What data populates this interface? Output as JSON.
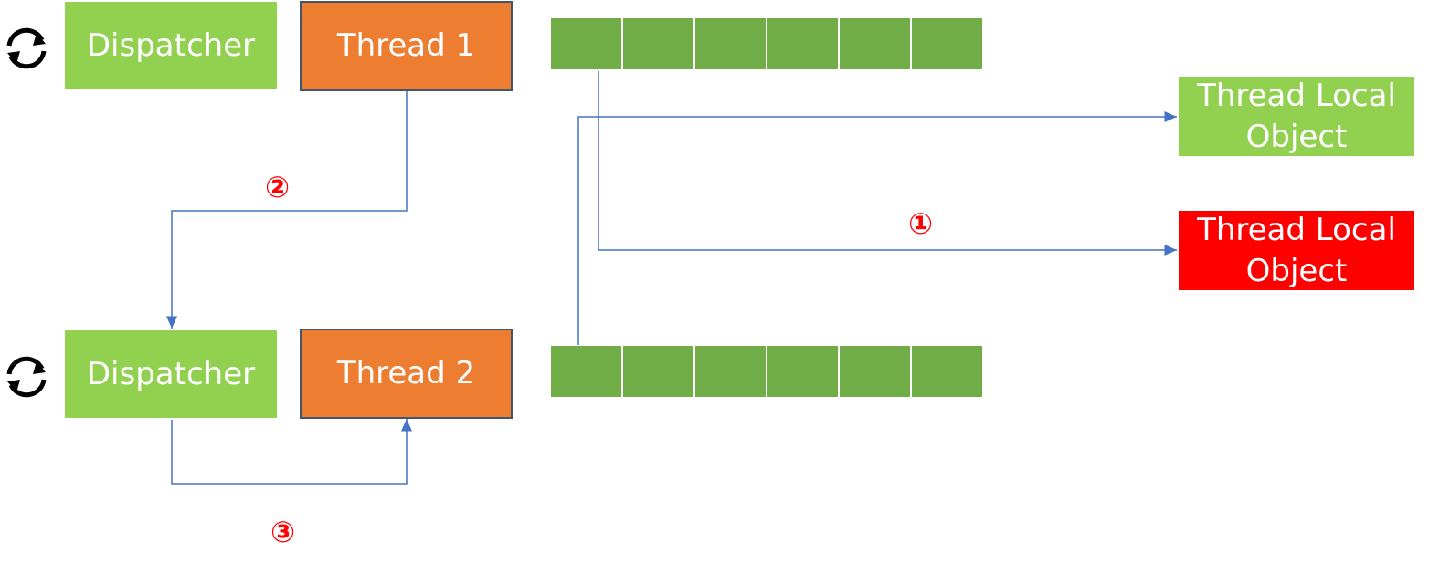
{
  "rows": [
    {
      "dispatcher_label": "Dispatcher",
      "thread_label": "Thread 1"
    },
    {
      "dispatcher_label": "Dispatcher",
      "thread_label": "Thread 2"
    }
  ],
  "objects": [
    {
      "label": "Thread Local Object",
      "color": "#92d050"
    },
    {
      "label": "Thread Local Object",
      "color": "#ff0000"
    }
  ],
  "steps": [
    "①",
    "②",
    "③"
  ],
  "colors": {
    "dispatcher": "#92d050",
    "thread": "#ed7d31",
    "slots": "#70ad47",
    "connector": "#4472c4",
    "step": "#ff0000"
  },
  "icons": [
    "cycle-icon",
    "cycle-icon"
  ]
}
